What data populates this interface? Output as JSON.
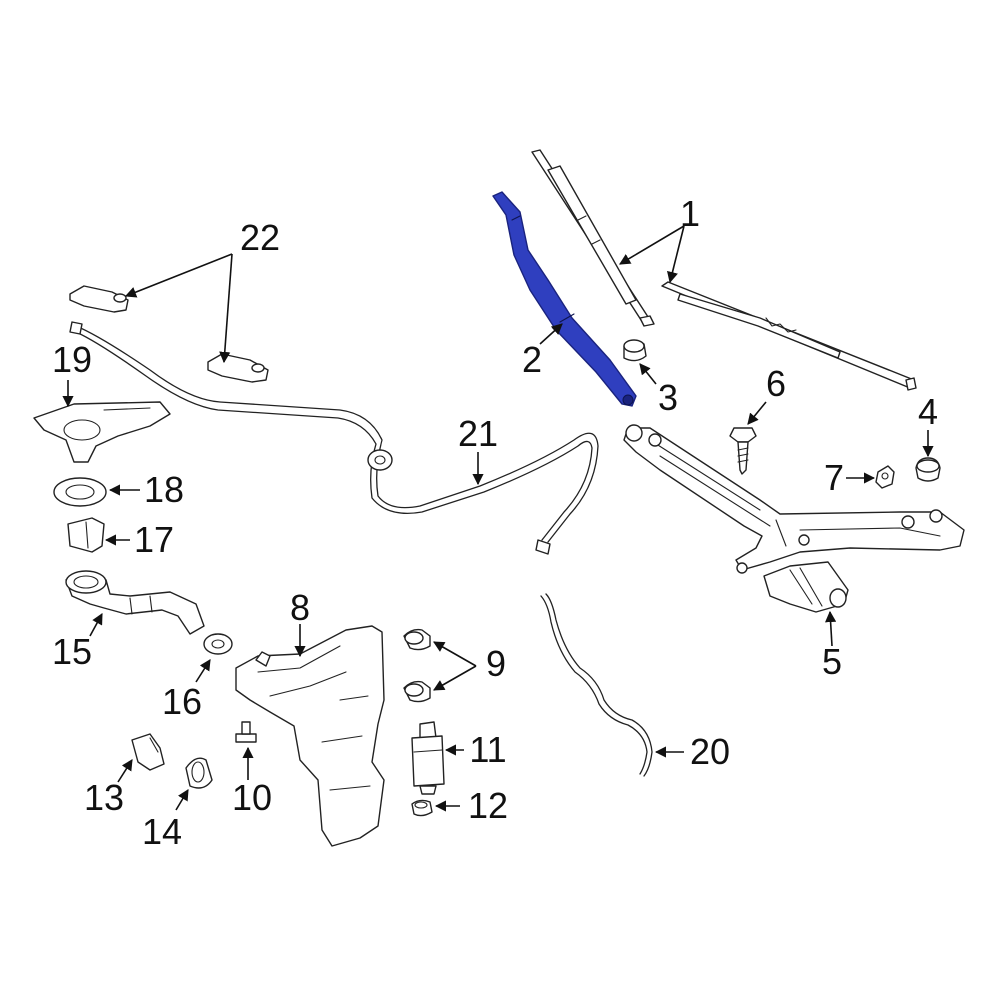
{
  "highlight_color": "#2f3fbf",
  "callouts": [
    {
      "id": "c1",
      "text": "1"
    },
    {
      "id": "c2",
      "text": "2"
    },
    {
      "id": "c3",
      "text": "3"
    },
    {
      "id": "c4",
      "text": "4"
    },
    {
      "id": "c5",
      "text": "5"
    },
    {
      "id": "c6",
      "text": "6"
    },
    {
      "id": "c7",
      "text": "7"
    },
    {
      "id": "c8",
      "text": "8"
    },
    {
      "id": "c9",
      "text": "9"
    },
    {
      "id": "c10",
      "text": "10"
    },
    {
      "id": "c11",
      "text": "11"
    },
    {
      "id": "c12",
      "text": "12"
    },
    {
      "id": "c13",
      "text": "13"
    },
    {
      "id": "c14",
      "text": "14"
    },
    {
      "id": "c15",
      "text": "15"
    },
    {
      "id": "c16",
      "text": "16"
    },
    {
      "id": "c17",
      "text": "17"
    },
    {
      "id": "c18",
      "text": "18"
    },
    {
      "id": "c19",
      "text": "19"
    },
    {
      "id": "c20",
      "text": "20"
    },
    {
      "id": "c21",
      "text": "21"
    },
    {
      "id": "c22",
      "text": "22"
    }
  ]
}
